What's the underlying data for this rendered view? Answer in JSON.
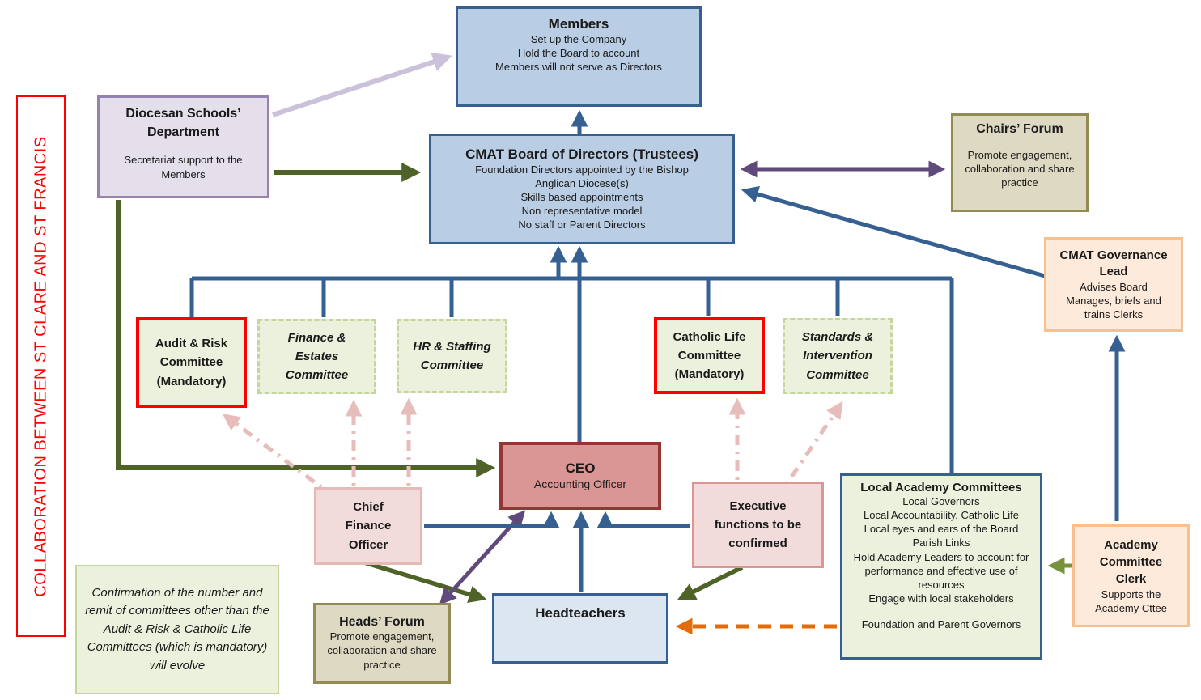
{
  "banner": {
    "text": "COLLABORATION BETWEEN ST CLARE AND ST FRANCIS"
  },
  "members": {
    "title": "Members",
    "line1": "Set up the Company",
    "line2": "Hold the Board to account",
    "line3": "Members will not serve as Directors"
  },
  "board": {
    "title": "CMAT Board of Directors (Trustees)",
    "line1": "Foundation Directors appointed by the Bishop",
    "line2": "Anglican Diocese(s)",
    "line3": "Skills based appointments",
    "line4": "Non representative model",
    "line5": "No staff or Parent Directors"
  },
  "diocesan": {
    "title": "Diocesan Schools’ Department",
    "line1": "Secretariat support to the Members"
  },
  "chairs_forum": {
    "title": "Chairs’ Forum",
    "line1": "Promote engagement, collaboration and share practice"
  },
  "governance_lead": {
    "title": "CMAT Governance Lead",
    "line1": "Advises Board",
    "line2": "Manages, briefs and trains Clerks"
  },
  "committees": {
    "audit": "Audit & Risk Committee (Mandatory)",
    "finance": "Finance & Estates Committee",
    "hr": "HR & Staffing Committee",
    "catholic": "Catholic Life Committee (Mandatory)",
    "standards": "Standards & Intervention Committee"
  },
  "ceo": {
    "title": "CEO",
    "line1": "Accounting Officer"
  },
  "cfo": {
    "title": "Chief Finance Officer"
  },
  "executive": {
    "title": "Executive functions to be confirmed"
  },
  "local_academy": {
    "title": "Local Academy Committees",
    "line1": "Local Governors",
    "line2": "Local Accountability, Catholic Life",
    "line3": "Local eyes and ears of the Board",
    "line4": "Parish Links",
    "line5": "Hold Academy Leaders to account for performance and effective use of resources",
    "line6": "Engage with local stakeholders",
    "line7": "Foundation and Parent Governors"
  },
  "academy_clerk": {
    "title": "Academy Committee Clerk",
    "line1": "Supports the Academy Cttee"
  },
  "heads_forum": {
    "title": "Heads’ Forum",
    "line1": "Promote engagement, collaboration and share practice"
  },
  "headteachers": {
    "title": "Headteachers"
  },
  "note": {
    "text": "Confirmation of the number and remit of committees other than the Audit & Risk & Catholic Life Committees (which is mandatory) will evolve"
  },
  "colors": {
    "blue_line": "#376092",
    "olive_line": "#4f6228",
    "purple_line": "#604a7b",
    "lavender_arrow": "#ccc1da",
    "pink_arrow": "#e7bdbb",
    "orange_dashed": "#e36c09",
    "green_arrow": "#76923c",
    "banner_red": "#fe0000",
    "blue_fill": "#b9cde5",
    "green_fill": "#ebf1dd",
    "tan_fill": "#ddd9c3",
    "peach_fill": "#fdeada",
    "ceo_fill": "#d99694",
    "pink_fill": "#f2dcdb",
    "lavender_fill": "#e5dfec"
  }
}
